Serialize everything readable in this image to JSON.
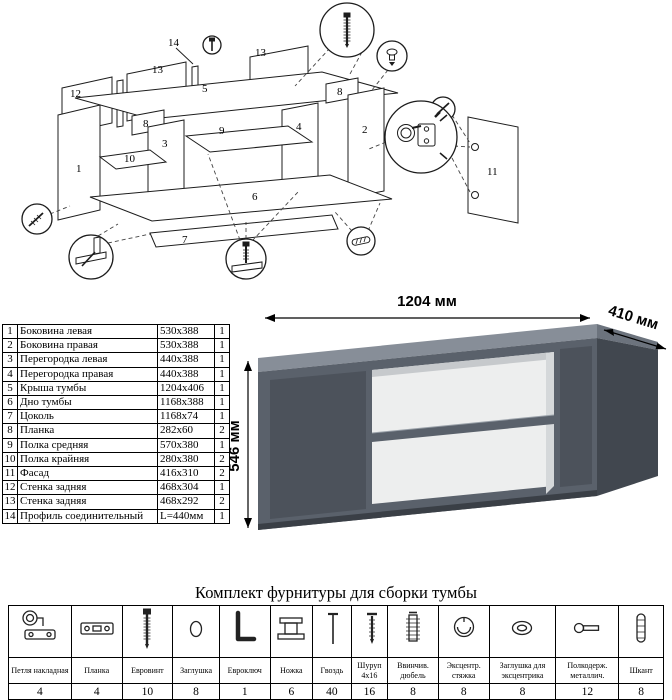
{
  "diagram": {
    "part_labels": [
      "1",
      "2",
      "3",
      "4",
      "5",
      "6",
      "7",
      "8",
      "9",
      "10",
      "11",
      "12",
      "13",
      "14"
    ]
  },
  "product": {
    "width": "1204 мм",
    "depth": "410 мм",
    "height": "546 мм"
  },
  "colors": {
    "cabinet_front": "#5a616b",
    "cabinet_side": "#41474f",
    "cabinet_top": "#878e98",
    "interior": "#edeeee",
    "ink": "#000000"
  },
  "parts_table": {
    "rows": [
      {
        "num": "1",
        "name": "Боковина левая",
        "size": "530x388",
        "qty": "1"
      },
      {
        "num": "2",
        "name": "Боковина правая",
        "size": "530x388",
        "qty": "1"
      },
      {
        "num": "3",
        "name": "Перегородка левая",
        "size": "440x388",
        "qty": "1"
      },
      {
        "num": "4",
        "name": "Перегородка правая",
        "size": "440x388",
        "qty": "1"
      },
      {
        "num": "5",
        "name": "Крыша тумбы",
        "size": "1204x406",
        "qty": "1"
      },
      {
        "num": "6",
        "name": "Дно тумбы",
        "size": "1168x388",
        "qty": "1"
      },
      {
        "num": "7",
        "name": "Цоколь",
        "size": "1168x74",
        "qty": "1"
      },
      {
        "num": "8",
        "name": "Планка",
        "size": "282x60",
        "qty": "2"
      },
      {
        "num": "9",
        "name": "Полка средняя",
        "size": "570x380",
        "qty": "1"
      },
      {
        "num": "10",
        "name": "Полка крайняя",
        "size": "280x380",
        "qty": "2"
      },
      {
        "num": "11",
        "name": "Фасад",
        "size": "416x310",
        "qty": "2"
      },
      {
        "num": "12",
        "name": "Стенка задняя",
        "size": "468x304",
        "qty": "1"
      },
      {
        "num": "13",
        "name": "Стенка задняя",
        "size": "468x292",
        "qty": "2"
      },
      {
        "num": "14",
        "name": "Профиль соединительный",
        "size": "L=440мм",
        "qty": "1"
      }
    ]
  },
  "hardware": {
    "title": "Комплект фурнитуры для сборки тумбы",
    "items": [
      {
        "name": "Петля накладная",
        "qty": "4",
        "icon": "overlay-hinge-icon"
      },
      {
        "name": "Планка",
        "qty": "4",
        "icon": "mounting-plate-icon"
      },
      {
        "name": "Евровинт",
        "qty": "10",
        "icon": "euro-screw-icon"
      },
      {
        "name": "Заглушка",
        "qty": "8",
        "icon": "screw-cap-icon"
      },
      {
        "name": "Евроключ",
        "qty": "1",
        "icon": "hex-key-icon"
      },
      {
        "name": "Ножка",
        "qty": "6",
        "icon": "leg-icon"
      },
      {
        "name": "Гвоздь",
        "qty": "40",
        "icon": "nail-icon"
      },
      {
        "name": "Шуруп 4x16",
        "qty": "16",
        "icon": "wood-screw-icon"
      },
      {
        "name": "Ввинчив. дюбель",
        "qty": "8",
        "icon": "screw-in-dowel-icon"
      },
      {
        "name": "Эксцентр. стяжка",
        "qty": "8",
        "icon": "cam-lock-icon"
      },
      {
        "name": "Заглушка для эксцентрика",
        "qty": "8",
        "icon": "cam-cap-icon"
      },
      {
        "name": "Полкодерж. металлич.",
        "qty": "12",
        "icon": "shelf-support-icon"
      },
      {
        "name": "Шкант",
        "qty": "8",
        "icon": "wood-dowel-icon"
      }
    ]
  }
}
